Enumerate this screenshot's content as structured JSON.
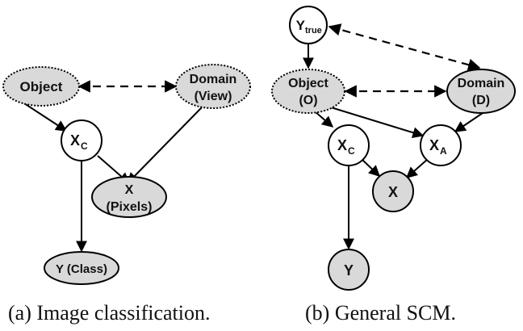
{
  "panel_a": {
    "nodes": {
      "object": "Object",
      "domain_line1": "Domain",
      "domain_line2": "(View)",
      "xc_main": "X",
      "xc_sub": "C",
      "x_line1": "X",
      "x_line2": "(Pixels)",
      "y": "Y (Class)"
    },
    "caption": "(a) Image classification."
  },
  "panel_b": {
    "nodes": {
      "ytrue_main": "Y",
      "ytrue_sub": "true",
      "object_line1": "Object",
      "object_line2": "(O)",
      "domain_line1": "Domain",
      "domain_line2": "(D)",
      "xc_main": "X",
      "xc_sub": "C",
      "xa_main": "X",
      "xa_sub": "A",
      "x": "X",
      "y": "Y"
    },
    "caption": "(b) General SCM."
  },
  "colors": {
    "node_fill": "#d9d9d9",
    "white_fill": "#ffffff",
    "stroke": "#000000"
  }
}
